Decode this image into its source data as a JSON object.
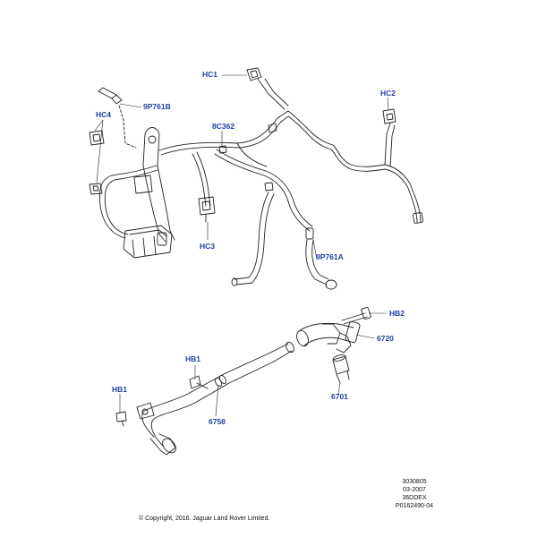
{
  "callouts": {
    "hc1": "HC1",
    "hc2": "HC2",
    "hc3": "HC3",
    "hc4": "HC4",
    "p9p761b": "9P761B",
    "p8c362": "8C362",
    "p9p761a": "9P761A",
    "hb2": "HB2",
    "p6720": "6720",
    "hb1_upper": "HB1",
    "hb1_lower": "HB1",
    "p6701": "6701",
    "p6758": "6758"
  },
  "meta": {
    "line1": "3030805",
    "line2": "03-2007",
    "line3": "36DDEX",
    "line4": "P0162490-04"
  },
  "copyright": "© Copyright, 2016. Jaguar Land Rover Limited.",
  "colors": {
    "callout_text": "#1f3fa3",
    "line": "#222222"
  }
}
